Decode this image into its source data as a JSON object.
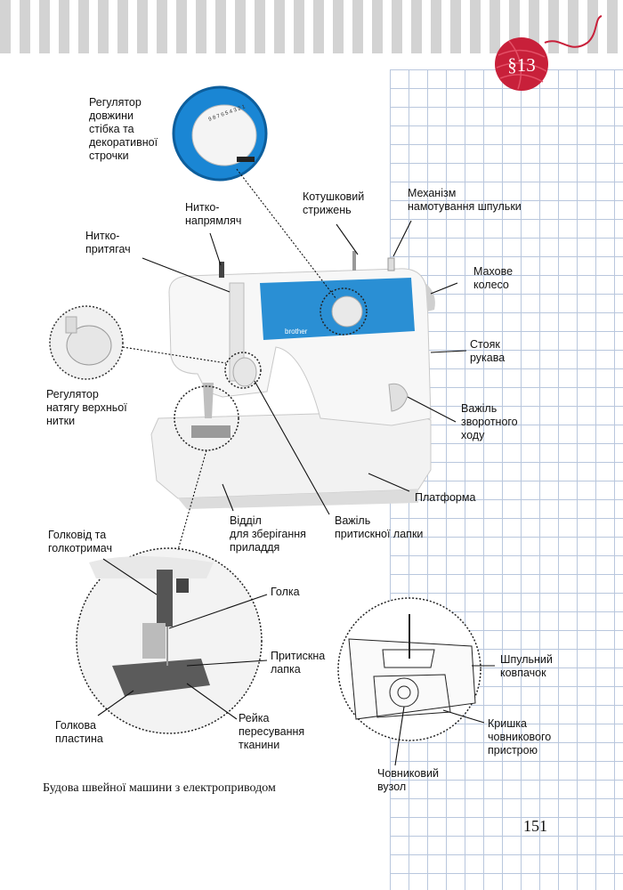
{
  "section_badge": "§13",
  "labels": {
    "stitch_regulator": "Регулятор\nдовжини\nстібка та\nдекоративної\nстрочки",
    "thread_guide": "Нитко-\nнапрямляч",
    "take_up_lever": "Нитко-\nпритягач",
    "spool_pin": "Котушковий\nстрижень",
    "bobbin_winder": "Механізм\nнамотування шпульки",
    "handwheel": "Махове\nколесо",
    "arm_pillar": "Стояк\nрукава",
    "tension_regulator": "Регулятор\nнатягу верхньої\nнитки",
    "reverse_lever": "Важіль\nзворотного\nходу",
    "platform": "Платформа",
    "accessory_compartment": "Відділ\nдля зберігання\nприладдя",
    "presser_foot_lever": "Важіль\nпритискної лапки",
    "needle_bar": "Голковід та\nголкотримач",
    "needle": "Голка",
    "presser_foot": "Притискна\nлапка",
    "needle_plate": "Голкова\nпластина",
    "feed_dog": "Рейка\nпересування\nтканини",
    "bobbin_case": "Шпульний\nковпачок",
    "shuttle_cover": "Кришка\nчовникового\nпристрою",
    "shuttle": "Човниковий\nвузол"
  },
  "machine_brand": "brother",
  "dial_numbers": "9 8 7 6 5 4 3 2 1",
  "caption": "Будова швейної машини з електроприводом",
  "page_number": "151",
  "colors": {
    "accent_blue": "#2a8fd4",
    "badge_red": "#c8203a",
    "grid": "#b9c7dd"
  }
}
